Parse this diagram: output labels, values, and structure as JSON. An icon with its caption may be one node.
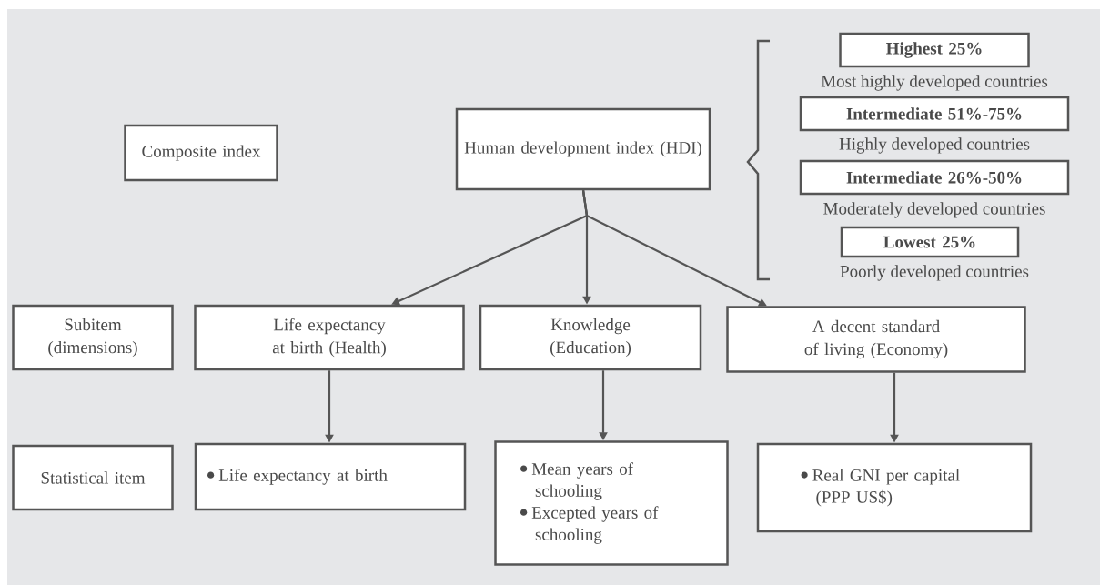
{
  "diagram": {
    "nodes": [
      {
        "text": [
          "Composite index"
        ]
      },
      {
        "text": [
          "Human development index (HDI)"
        ]
      },
      {
        "text": [
          "Highest 25%"
        ],
        "beside": [
          "Most highly developed countries"
        ]
      },
      {
        "text": [
          "Intermediate 51%-75%"
        ],
        "beside": [
          "Highly developed countries"
        ]
      },
      {
        "text": [
          "Intermediate 26%-50%"
        ],
        "beside": [
          "Moderately developed countries"
        ]
      },
      {
        "text": [
          "Lowest 25%"
        ],
        "beside": [
          "Poorly developed countries"
        ]
      },
      {
        "text": [
          "Subitem (dimensions)"
        ]
      },
      {
        "text": [
          "Life expectancy at birth (Health)"
        ]
      },
      {
        "text": [
          "Knowledge (Education)"
        ]
      },
      {
        "text": [
          "A decent standard of living (Economy)"
        ]
      },
      {
        "text": [
          "Statistical item"
        ]
      },
      {
        "text": [
          "Life expectancy at birth"
        ]
      },
      {
        "text": [
          "Mean years of schooling",
          "Excepted years of schooling"
        ]
      },
      {
        "text": [
          "Real GNI per capital (PPP US$)"
        ]
      }
    ],
    "edges": [
      {
        "from": 1,
        "to": 7,
        "arrow": "to"
      },
      {
        "from": 1,
        "to": 8,
        "arrow": "to"
      },
      {
        "from": 1,
        "to": 9,
        "arrow": "to"
      },
      {
        "from": 7,
        "to": 11,
        "arrow": "to"
      },
      {
        "from": 8,
        "to": 12,
        "arrow": "to"
      },
      {
        "from": 9,
        "to": 13,
        "arrow": "to"
      }
    ]
  }
}
